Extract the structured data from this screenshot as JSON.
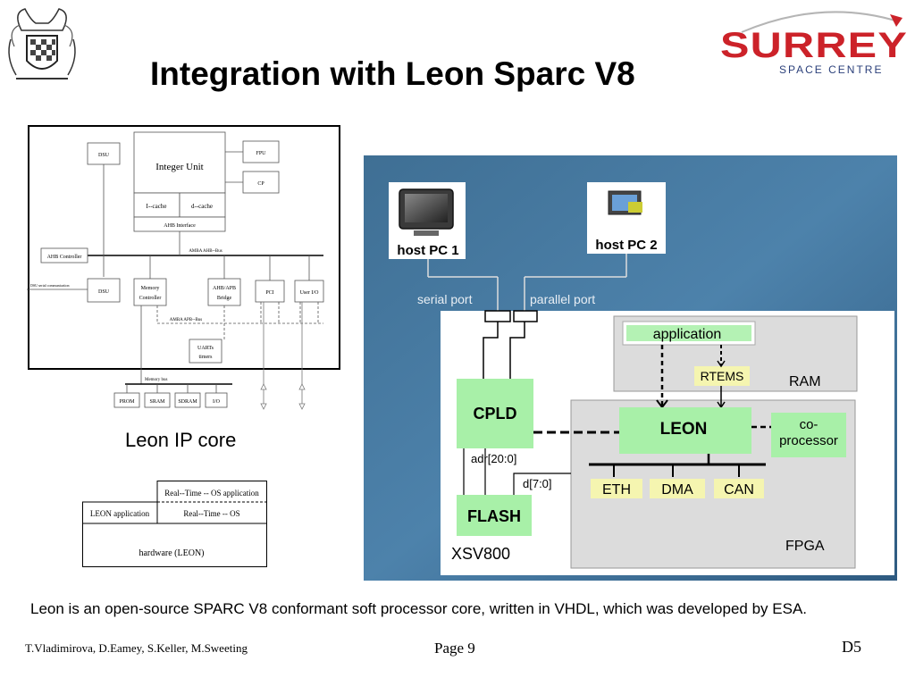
{
  "title": "Integration with Leon Sparc V8",
  "logo": {
    "name": "SURREY",
    "subtitle": "SPACE CENTRE",
    "color": "#cc2229"
  },
  "leon_core": {
    "integer_unit": "Integer Unit",
    "icache": "I--cache",
    "dcache": "d--cache",
    "ahb_interface": "AHB Interface",
    "dsu_top": "DSU",
    "fpu": "FPU",
    "cp": "CP",
    "ahb_controller": "AHB Controller",
    "ahb_bus": "AMBA AHB--Bus",
    "dsu_serial": "DSU serial communication",
    "dsu_bottom": "DSU",
    "memory_controller_1": "Memory",
    "memory_controller_2": "Controller",
    "ahb_apb_1": "AHB/APB",
    "ahb_apb_2": "Bridge",
    "pci": "PCI",
    "user_io": "User I/O",
    "apb_bus": "AMBA APB--Bus",
    "uarts_1": "UARTs",
    "uarts_2": "timers",
    "memory_bus": "Memory bus",
    "prom": "PROM",
    "sram": "SRAM",
    "sdram": "SDRAM",
    "io": "I/O"
  },
  "caption": "Leon IP core",
  "layers": {
    "rtos_app": "Real--Time -- OS application",
    "leon_app": "LEON application",
    "rtos": "Real--Time -- OS",
    "hardware": "hardware (LEON)"
  },
  "board": {
    "host1": "host PC 1",
    "host2": "host PC 2",
    "serial": "serial port",
    "parallel": "parallel port",
    "application": "application",
    "rtems": "RTEMS",
    "ram": "RAM",
    "cpld": "CPLD",
    "leon": "LEON",
    "coprocessor_1": "co-",
    "coprocessor_2": "processor",
    "adr": "adr[20:0]",
    "d": "d[7:0]",
    "eth": "ETH",
    "dma": "DMA",
    "can": "CAN",
    "flash": "FLASH",
    "xsv": "XSV800",
    "fpga": "FPGA"
  },
  "description": "Leon is an open-source SPARC V8 conformant soft processor core, written in VHDL, which was developed by ESA.",
  "footer": {
    "authors": "T.Vladimirova, D.Eamey, S.Keller, M.Sweeting",
    "page": "Page 9",
    "code": "D5"
  }
}
